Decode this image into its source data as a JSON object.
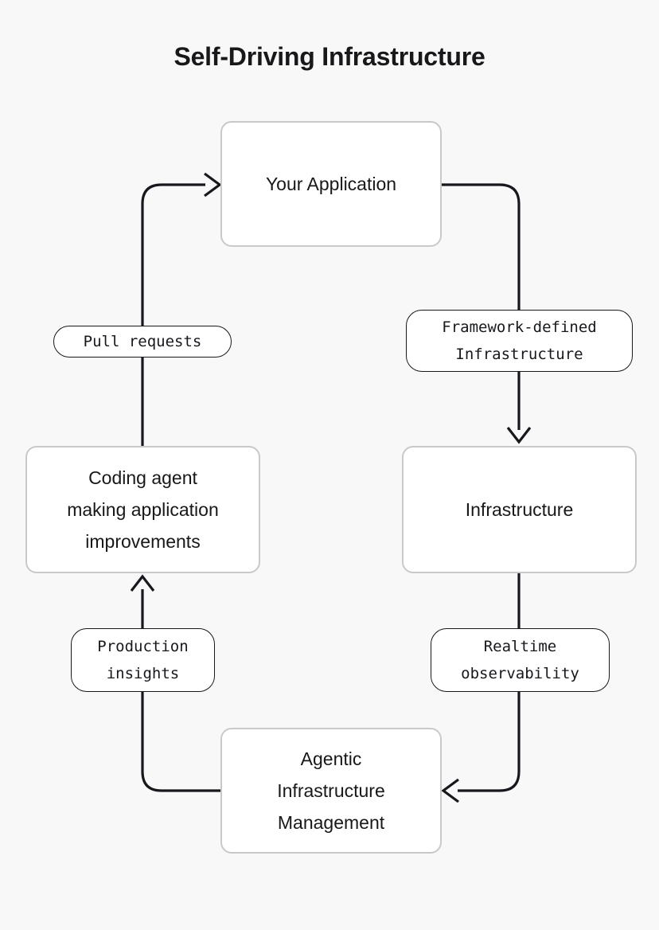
{
  "page": {
    "title": "Self-Driving Infrastructure",
    "background_color": "#f8f8f8",
    "text_color": "#18181b",
    "node_border_color": "#c9c9c9",
    "node_fill_color": "#ffffff",
    "edge_color": "#16181d",
    "label_border_color": "#16181d"
  },
  "diagram": {
    "type": "flowchart",
    "orientation": "cycle",
    "nodes": [
      {
        "id": "your-application",
        "label": "Your Application",
        "shape": "rounded-rect"
      },
      {
        "id": "infrastructure",
        "label": "Infrastructure",
        "shape": "rounded-rect"
      },
      {
        "id": "agentic-management",
        "label": "Agentic\nInfrastructure\nManagement",
        "shape": "rounded-rect"
      },
      {
        "id": "coding-agent",
        "label": "Coding agent\nmaking application\nimprovements",
        "shape": "rounded-rect"
      }
    ],
    "edges": [
      {
        "id": "app-to-infra",
        "from": "your-application",
        "to": "infrastructure",
        "label": "Framework-defined\nInfrastructure",
        "arrowhead": "open-chevron"
      },
      {
        "id": "infra-to-agentic",
        "from": "infrastructure",
        "to": "agentic-management",
        "label": "Realtime\nobservability",
        "arrowhead": "open-chevron"
      },
      {
        "id": "agentic-to-coding",
        "from": "agentic-management",
        "to": "coding-agent",
        "label": "Production\ninsights",
        "arrowhead": "open-chevron"
      },
      {
        "id": "coding-to-app",
        "from": "coding-agent",
        "to": "your-application",
        "label": "Pull requests",
        "arrowhead": "open-chevron"
      }
    ]
  }
}
